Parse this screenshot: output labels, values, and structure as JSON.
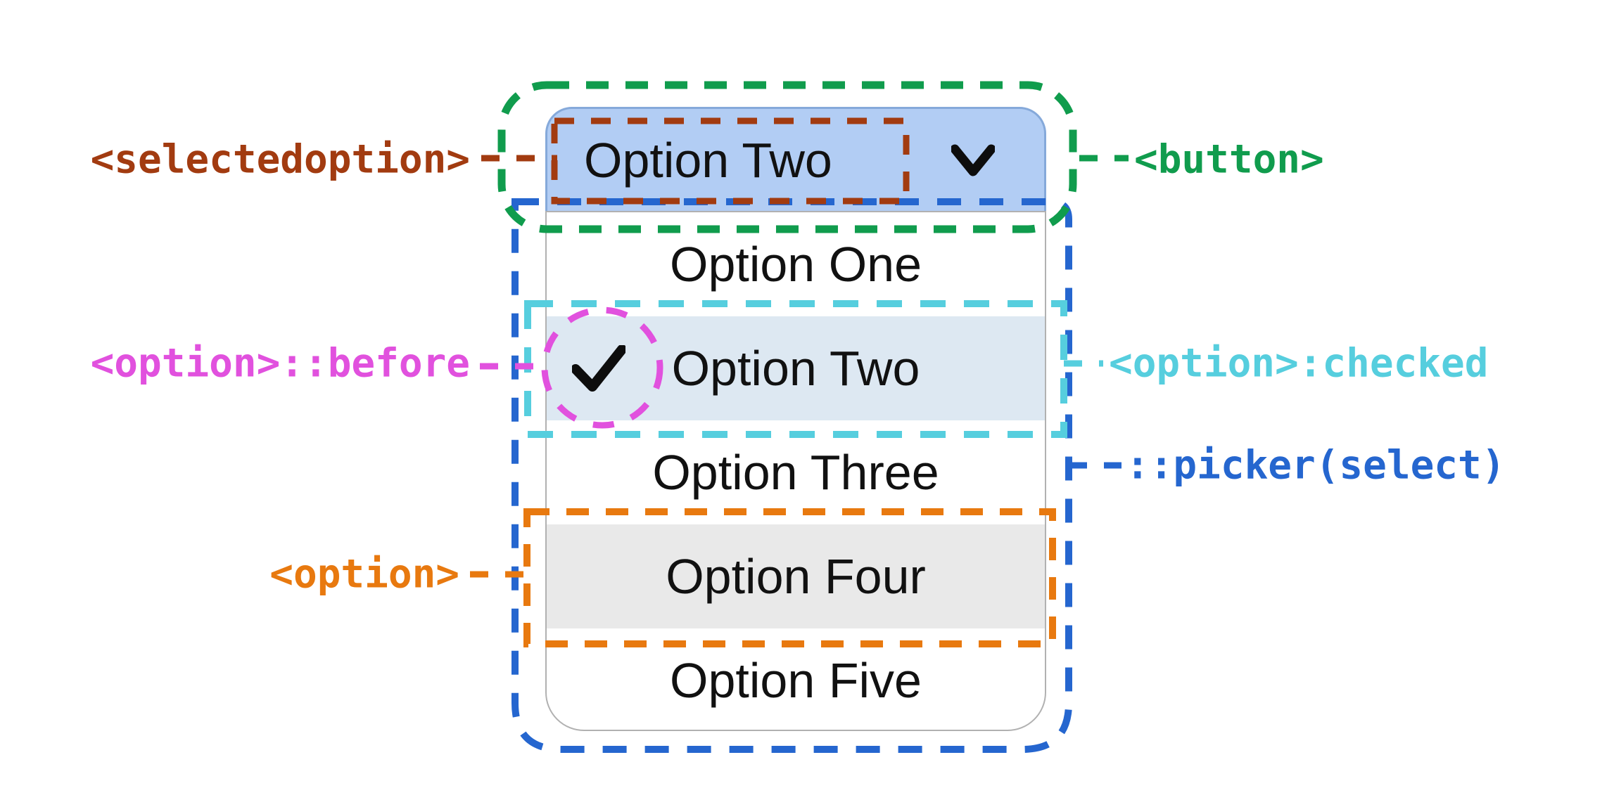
{
  "annotations": {
    "selectedoption": {
      "label": "<selectedoption>",
      "color": "#a23b10"
    },
    "button": {
      "label": "<button>",
      "color": "#109c4d"
    },
    "option_before": {
      "label": "<option>::before",
      "color": "#e151de"
    },
    "option_checked": {
      "label": "<option>:checked",
      "color": "#56cede"
    },
    "picker": {
      "label": "::picker(select)",
      "color": "#2566cf"
    },
    "option": {
      "label": "<option>",
      "color": "#e8790f"
    }
  },
  "select": {
    "button_value": "Option Two",
    "chevron_icon": "chevron-down",
    "checkmark_icon": "checkmark",
    "options": [
      {
        "label": "Option One",
        "state": "normal"
      },
      {
        "label": "Option Two",
        "state": "checked"
      },
      {
        "label": "Option Three",
        "state": "normal"
      },
      {
        "label": "Option Four",
        "state": "hovered"
      },
      {
        "label": "Option Five",
        "state": "normal"
      }
    ]
  },
  "ui": {
    "button_fill": "#b2cdf4",
    "button_border": "#85a9da",
    "panel_border": "#b1b1b1",
    "checked_row_fill": "#dde8f2",
    "hovered_row_fill": "#e9e9e9",
    "text_color": "#111111",
    "icon_color": "#0d0d0d",
    "background": "#ffffff"
  }
}
